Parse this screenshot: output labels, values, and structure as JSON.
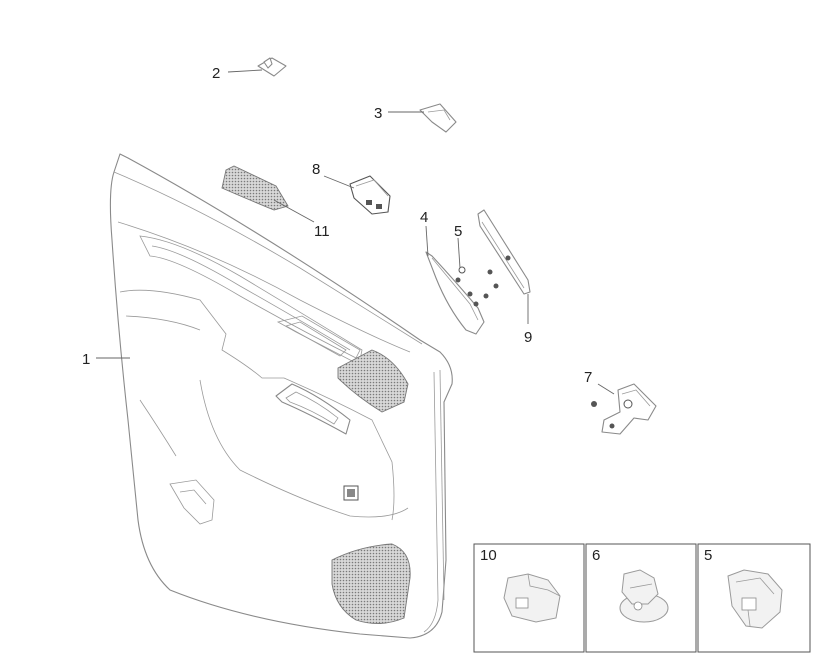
{
  "callouts": {
    "c1": "1",
    "c2": "2",
    "c3": "3",
    "c4": "4",
    "c5": "5",
    "c7": "7",
    "c8": "8",
    "c9": "9",
    "c11": "11"
  },
  "insets": [
    {
      "label": "10",
      "icon": "clip-icon"
    },
    {
      "label": "6",
      "icon": "push-rivet-icon"
    },
    {
      "label": "5",
      "icon": "bracket-clip-icon"
    }
  ],
  "colors": {
    "line": "#8a8a8a",
    "text": "#222222",
    "mesh": "#9c9c9c"
  }
}
